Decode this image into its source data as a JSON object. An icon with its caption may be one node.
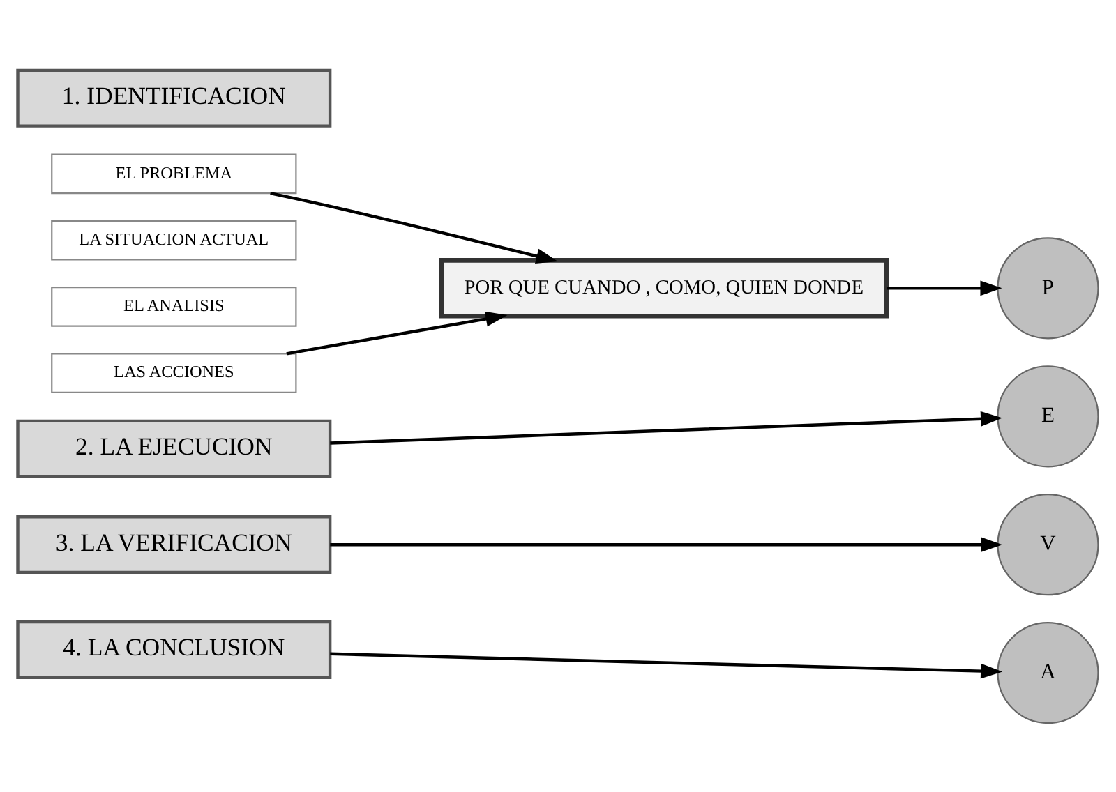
{
  "diagram": {
    "nodes": [
      {
        "text": [
          "1. IDENTIFICACION"
        ]
      },
      {
        "text": [
          "EL PROBLEMA"
        ]
      },
      {
        "text": [
          "LA SITUACION ACTUAL"
        ]
      },
      {
        "text": [
          "EL ANALISIS"
        ]
      },
      {
        "text": [
          "LAS ACCIONES"
        ]
      },
      {
        "text": [
          "POR QUE CUANDO , COMO, QUIEN DONDE"
        ]
      },
      {
        "text": [
          "P"
        ]
      },
      {
        "text": [
          "2. LA EJECUCION"
        ]
      },
      {
        "text": [
          "E"
        ]
      },
      {
        "text": [
          "3. LA VERIFICACION"
        ]
      },
      {
        "text": [
          "V"
        ]
      },
      {
        "text": [
          "4. LA CONCLUSION"
        ]
      },
      {
        "text": [
          "A"
        ]
      }
    ],
    "edges": [
      {
        "from": 1,
        "to": 5,
        "arrow": "to"
      },
      {
        "from": 4,
        "to": 5,
        "arrow": "to"
      },
      {
        "from": 5,
        "to": 6,
        "arrow": "to"
      },
      {
        "from": 7,
        "to": 8,
        "arrow": "to"
      },
      {
        "from": 9,
        "to": 10,
        "arrow": "to"
      },
      {
        "from": 11,
        "to": 12,
        "arrow": "to"
      }
    ]
  }
}
